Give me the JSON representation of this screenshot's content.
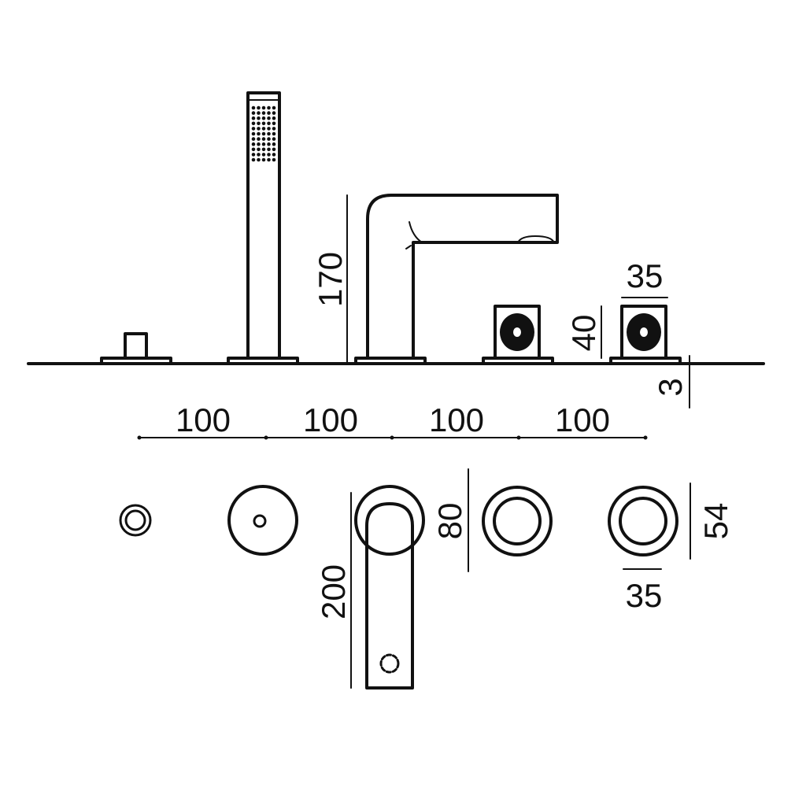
{
  "drawing": {
    "kind": "technical elevation and plan drawing",
    "colors": {
      "line": "#111111",
      "background": "#ffffff"
    },
    "dimensions": {
      "elevation": {
        "spout_height": "170",
        "handle_height": "40",
        "handle_width": "35",
        "deck_thickness": "3"
      },
      "spacing": [
        "100",
        "100",
        "100",
        "100"
      ],
      "plan": {
        "spout_base": "80",
        "spout_reach": "200",
        "handle_diameter": "54",
        "handle_width": "35"
      }
    }
  }
}
